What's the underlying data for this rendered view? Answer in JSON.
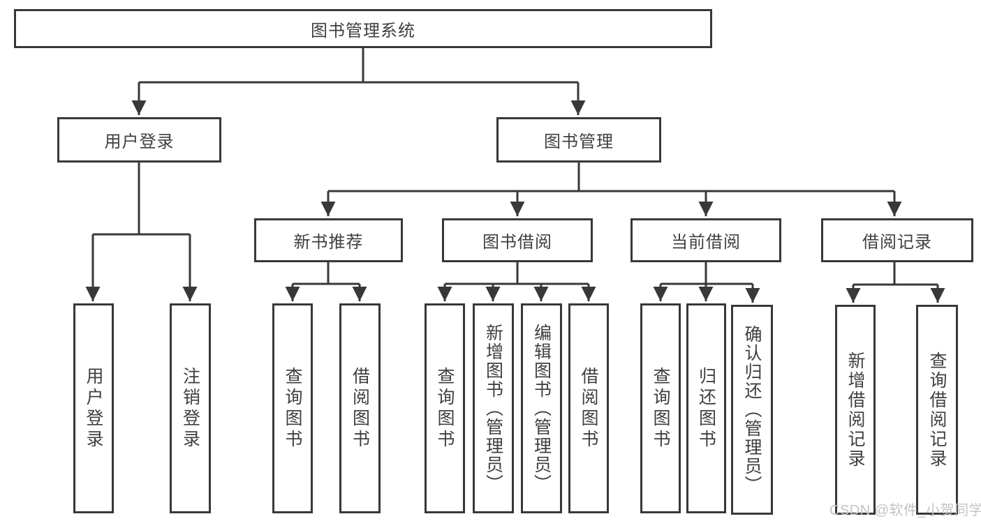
{
  "title": "图书管理系统",
  "diagram_type": "hierarchy-tree",
  "colors": {
    "line": "#383838",
    "text": "#3f3f3f",
    "box_fill": "#ffffff",
    "watermark": "#c3c3c3"
  },
  "tree": {
    "label": "图书管理系统",
    "children": [
      {
        "label": "用户登录",
        "children": [
          {
            "label": "用户登录"
          },
          {
            "label": "注销登录"
          }
        ]
      },
      {
        "label": "图书管理",
        "children": [
          {
            "label": "新书推荐",
            "children": [
              {
                "label": "查询图书"
              },
              {
                "label": "借阅图书"
              }
            ]
          },
          {
            "label": "图书借阅",
            "children": [
              {
                "label": "查询图书"
              },
              {
                "label": "新增图书（管理员）"
              },
              {
                "label": "编辑图书（管理员）"
              },
              {
                "label": "借阅图书"
              }
            ]
          },
          {
            "label": "当前借阅",
            "children": [
              {
                "label": "查询图书"
              },
              {
                "label": "归还图书"
              },
              {
                "label": "确认归还（管理员）"
              }
            ]
          },
          {
            "label": "借阅记录",
            "children": [
              {
                "label": "新增借阅记录"
              },
              {
                "label": "查询借阅记录"
              }
            ]
          }
        ]
      }
    ]
  },
  "watermark": "CSDN @软件_小贺同学"
}
